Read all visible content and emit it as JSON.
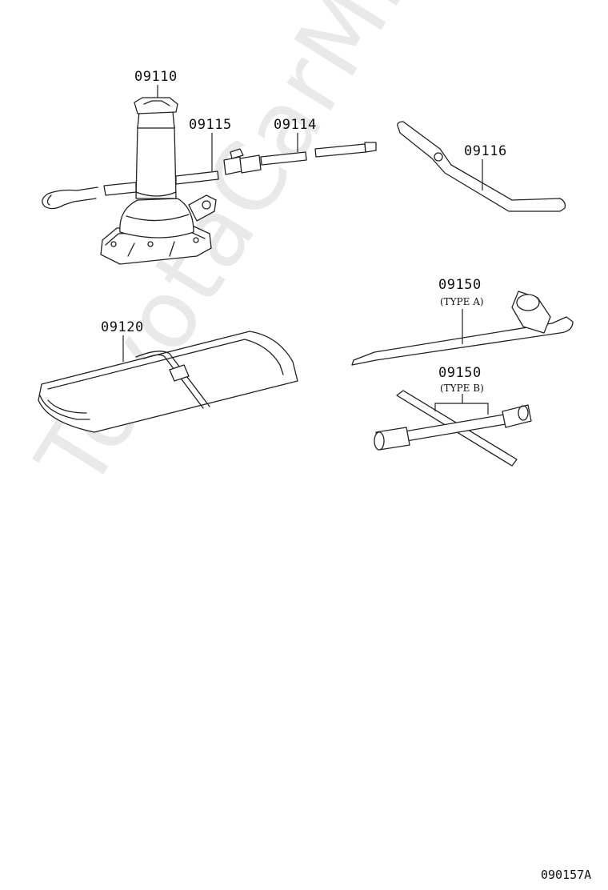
{
  "watermark": "ToyotaCarMiner.ru",
  "labels": {
    "jack": "09110",
    "handle_rod": "09115",
    "ext_rod": "09114",
    "crank": "09116",
    "tool_bag": "09120",
    "wrench_a": "09150",
    "wrench_a_type": "(TYPE A)",
    "wrench_b": "09150",
    "wrench_b_type": "(TYPE B)"
  },
  "diagram_code": "090157A"
}
